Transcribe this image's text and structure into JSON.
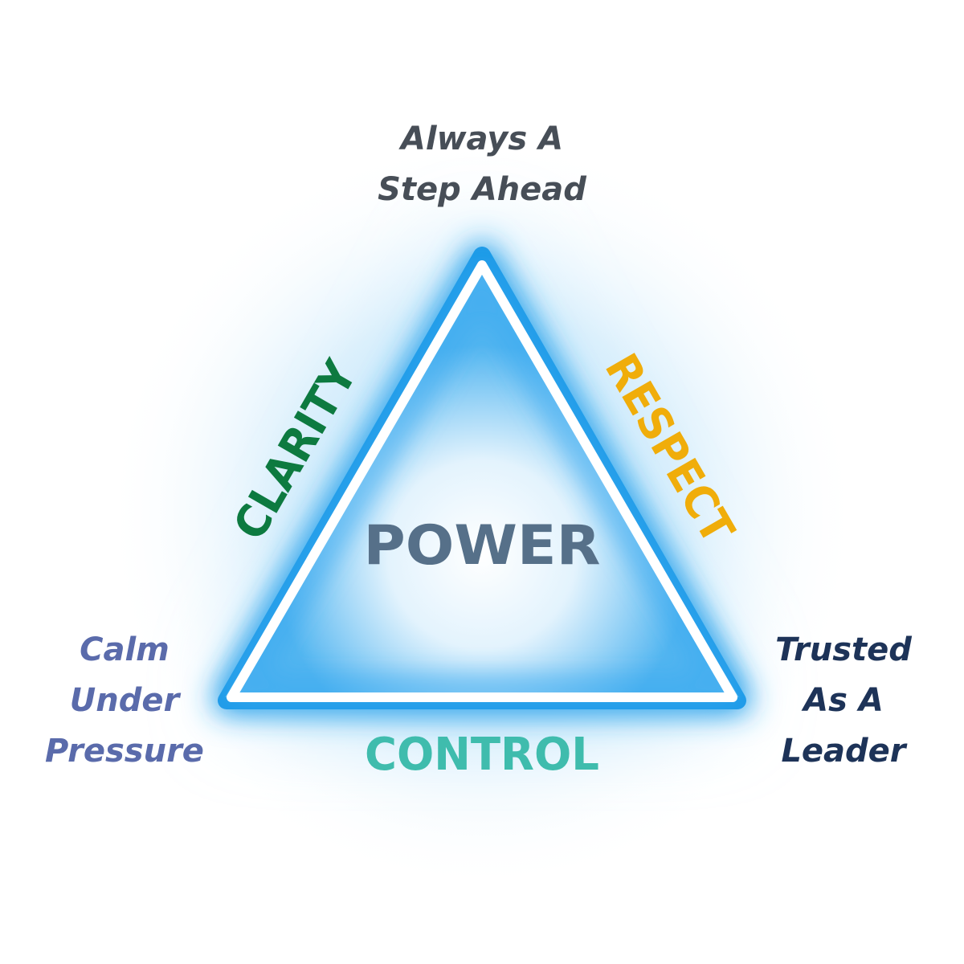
{
  "center_label": "POWER",
  "sides": {
    "left": "CLARITY",
    "right": "RESPECT",
    "bottom": "CONTROL"
  },
  "corners": {
    "top": [
      "Always A",
      "Step Ahead"
    ],
    "left": [
      "Calm",
      "Under",
      "Pressure"
    ],
    "right": [
      "Trusted",
      "As A",
      "Leader"
    ]
  },
  "colors": {
    "glow": "#2aa3ea",
    "triangle_outline": "#ffffff",
    "center": "#567089",
    "left_side": "#0d7a40",
    "right_side": "#f0ad0a",
    "bottom_side": "#3fbcad",
    "top_caption": "#474e57",
    "left_caption": "#5a6bab",
    "right_caption": "#1d3358"
  }
}
